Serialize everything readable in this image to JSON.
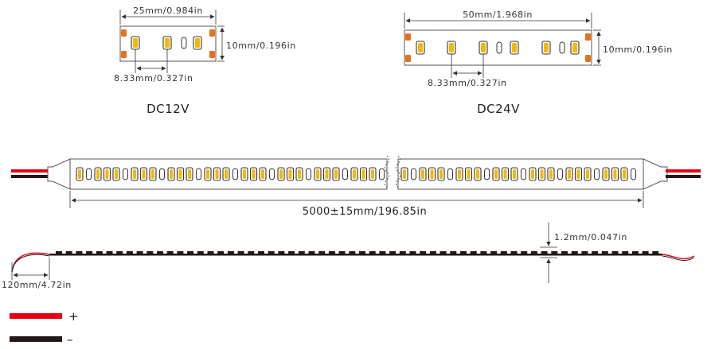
{
  "segment_12v": {
    "length_label": "25mm/0.984in",
    "width_label": "10mm/0.196in",
    "pitch_label": "8.33mm/0.327in",
    "voltage": "DC12V"
  },
  "segment_24v": {
    "length_label": "50mm/1.968in",
    "width_label": "10mm/0.196in",
    "pitch_label": "8.33mm/0.327in",
    "voltage": "DC24V"
  },
  "reel": {
    "length_label": "5000±15mm/196.85in"
  },
  "side_view": {
    "thickness_label": "1.2mm/0.047in",
    "lead_length_label": "120mm/4.72in"
  },
  "legend": {
    "positive_sign": "+",
    "negative_sign": "–",
    "positive_color": "#e60012",
    "negative_color": "#231815"
  },
  "colors": {
    "led": "#f5b800",
    "pad": "#e8711c",
    "line": "#333333"
  }
}
